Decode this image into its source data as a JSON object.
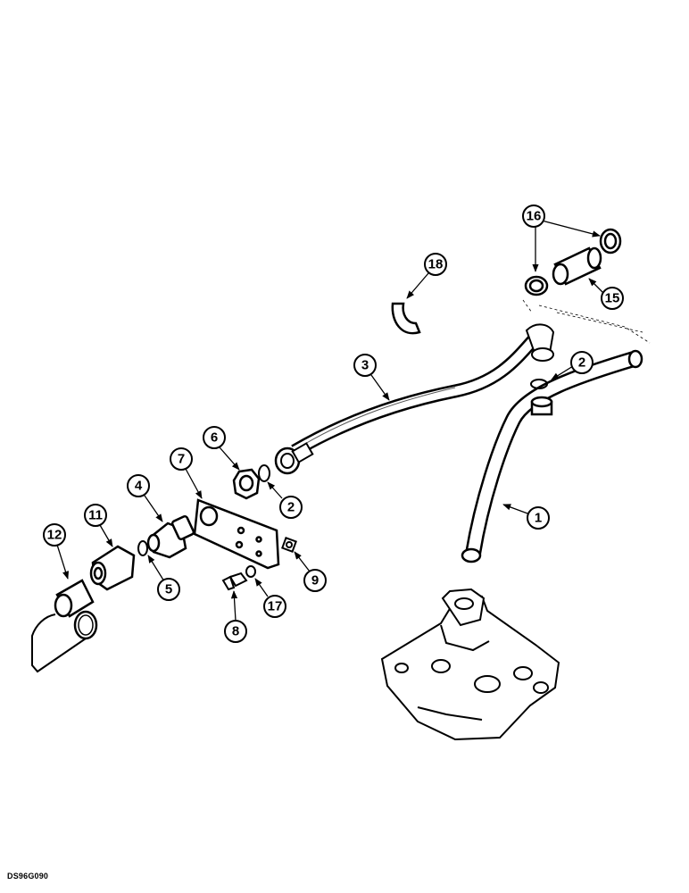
{
  "callouts": [
    {
      "id": "c1",
      "label": "1"
    },
    {
      "id": "c2a",
      "label": "2"
    },
    {
      "id": "c2b",
      "label": "2"
    },
    {
      "id": "c3",
      "label": "3"
    },
    {
      "id": "c4",
      "label": "4"
    },
    {
      "id": "c5",
      "label": "5"
    },
    {
      "id": "c6",
      "label": "6"
    },
    {
      "id": "c7",
      "label": "7"
    },
    {
      "id": "c8",
      "label": "8"
    },
    {
      "id": "c9",
      "label": "9"
    },
    {
      "id": "c11",
      "label": "11"
    },
    {
      "id": "c12",
      "label": "12"
    },
    {
      "id": "c15",
      "label": "15"
    },
    {
      "id": "c16",
      "label": "16"
    },
    {
      "id": "c17",
      "label": "17"
    },
    {
      "id": "c18",
      "label": "18"
    }
  ],
  "drawing_id": "DS96G090"
}
